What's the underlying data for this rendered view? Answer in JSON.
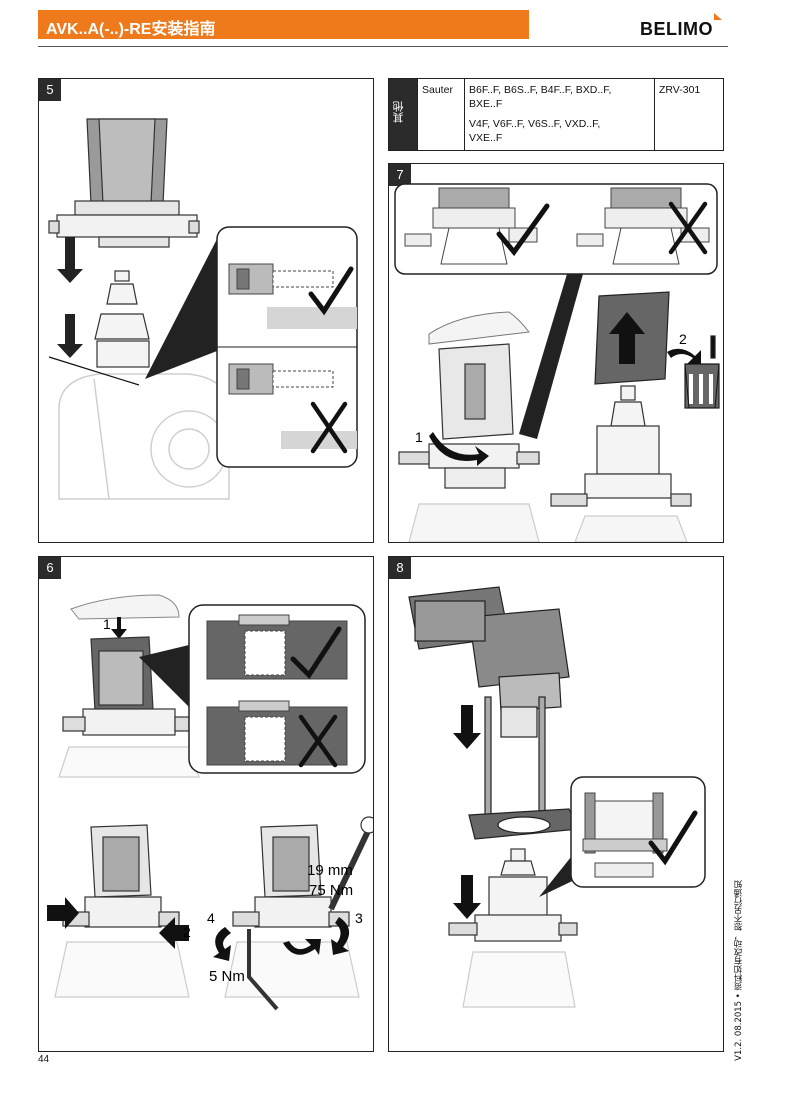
{
  "header": {
    "title": "AVK..A(-..)-RE安装指南",
    "brand": "BELIMO",
    "accent_color": "#ee7a1b"
  },
  "table": {
    "group": "其他",
    "manufacturer": "Sauter",
    "valves_line1": "B6F..F, B6S..F, B4F..F, BXD..F,",
    "valves_line2": "BXE..F",
    "valves_line3": "V4F, V6F..F, V6S..F, VXD..F,",
    "valves_line4": "VXE..F",
    "adapter": "ZRV-301"
  },
  "steps": {
    "s5": {
      "number": "5"
    },
    "s6": {
      "number": "6",
      "label_1": "1",
      "label_2": "2",
      "label_3": "3",
      "label_4": "4",
      "wrench_size": "19 mm",
      "torque": "75 Nm",
      "hex_torque": "5 Nm"
    },
    "s7": {
      "number": "7",
      "label_1": "1",
      "label_2": "2"
    },
    "s8": {
      "number": "8"
    }
  },
  "footer": {
    "page": "44",
    "version": "V1.2. 08.2015 • 资料如有改动，恕不另行通知"
  },
  "icons": [
    "check-icon",
    "cross-icon",
    "arrow-down-icon",
    "arrow-up-icon",
    "rotate-arrow-icon",
    "trash-bin-icon",
    "hand-icon"
  ]
}
